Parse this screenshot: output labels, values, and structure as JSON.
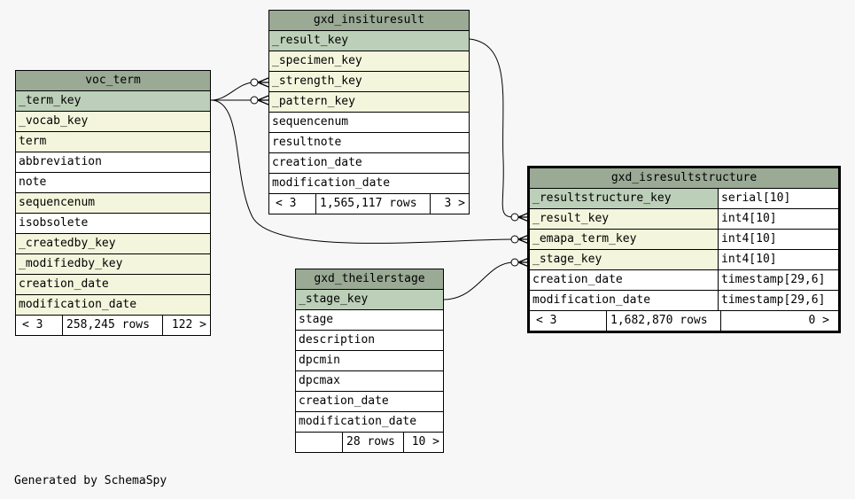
{
  "tables": {
    "voc_term": {
      "name": "voc_term",
      "columns": [
        {
          "name": "_term_key",
          "kind": "pk"
        },
        {
          "name": "_vocab_key",
          "kind": "fk"
        },
        {
          "name": "term",
          "kind": "fk"
        },
        {
          "name": "abbreviation",
          "kind": "plain"
        },
        {
          "name": "note",
          "kind": "plain"
        },
        {
          "name": "sequencenum",
          "kind": "fk"
        },
        {
          "name": "isobsolete",
          "kind": "plain"
        },
        {
          "name": "_createdby_key",
          "kind": "fk"
        },
        {
          "name": "_modifiedby_key",
          "kind": "fk"
        },
        {
          "name": "creation_date",
          "kind": "fk"
        },
        {
          "name": "modification_date",
          "kind": "fk"
        }
      ],
      "footer": {
        "parents": "< 3",
        "rows": "258,245 rows",
        "children": "122 >"
      }
    },
    "gxd_insituresult": {
      "name": "gxd_insituresult",
      "columns": [
        {
          "name": "_result_key",
          "kind": "pk"
        },
        {
          "name": "_specimen_key",
          "kind": "fk"
        },
        {
          "name": "_strength_key",
          "kind": "fk"
        },
        {
          "name": "_pattern_key",
          "kind": "fk"
        },
        {
          "name": "sequencenum",
          "kind": "plain"
        },
        {
          "name": "resultnote",
          "kind": "plain"
        },
        {
          "name": "creation_date",
          "kind": "plain"
        },
        {
          "name": "modification_date",
          "kind": "plain"
        }
      ],
      "footer": {
        "parents": "< 3",
        "rows": "1,565,117 rows",
        "children": "3 >"
      }
    },
    "gxd_theilerstage": {
      "name": "gxd_theilerstage",
      "columns": [
        {
          "name": "_stage_key",
          "kind": "pk"
        },
        {
          "name": "stage",
          "kind": "plain"
        },
        {
          "name": "description",
          "kind": "plain"
        },
        {
          "name": "dpcmin",
          "kind": "plain"
        },
        {
          "name": "dpcmax",
          "kind": "plain"
        },
        {
          "name": "creation_date",
          "kind": "plain"
        },
        {
          "name": "modification_date",
          "kind": "plain"
        }
      ],
      "footer": {
        "parents": "",
        "rows": "28 rows",
        "children": "10 >"
      }
    },
    "gxd_isresultstructure": {
      "name": "gxd_isresultstructure",
      "columns": [
        {
          "name": "_resultstructure_key",
          "type": "serial[10]",
          "kind": "pk"
        },
        {
          "name": "_result_key",
          "type": "int4[10]",
          "kind": "fk"
        },
        {
          "name": "_emapa_term_key",
          "type": "int4[10]",
          "kind": "fk"
        },
        {
          "name": "_stage_key",
          "type": "int4[10]",
          "kind": "fk"
        },
        {
          "name": "creation_date",
          "type": "timestamp[29,6]",
          "kind": "plain"
        },
        {
          "name": "modification_date",
          "type": "timestamp[29,6]",
          "kind": "plain"
        }
      ],
      "footer": {
        "parents": "< 3",
        "rows": "1,682,870 rows",
        "children": "0 >"
      }
    }
  },
  "credit": "Generated by SchemaSpy",
  "colors": {
    "header": "#9aaa95",
    "primary_key": "#bccfb8",
    "foreign_key": "#f3f6dc",
    "background": "#f7f7f7"
  }
}
